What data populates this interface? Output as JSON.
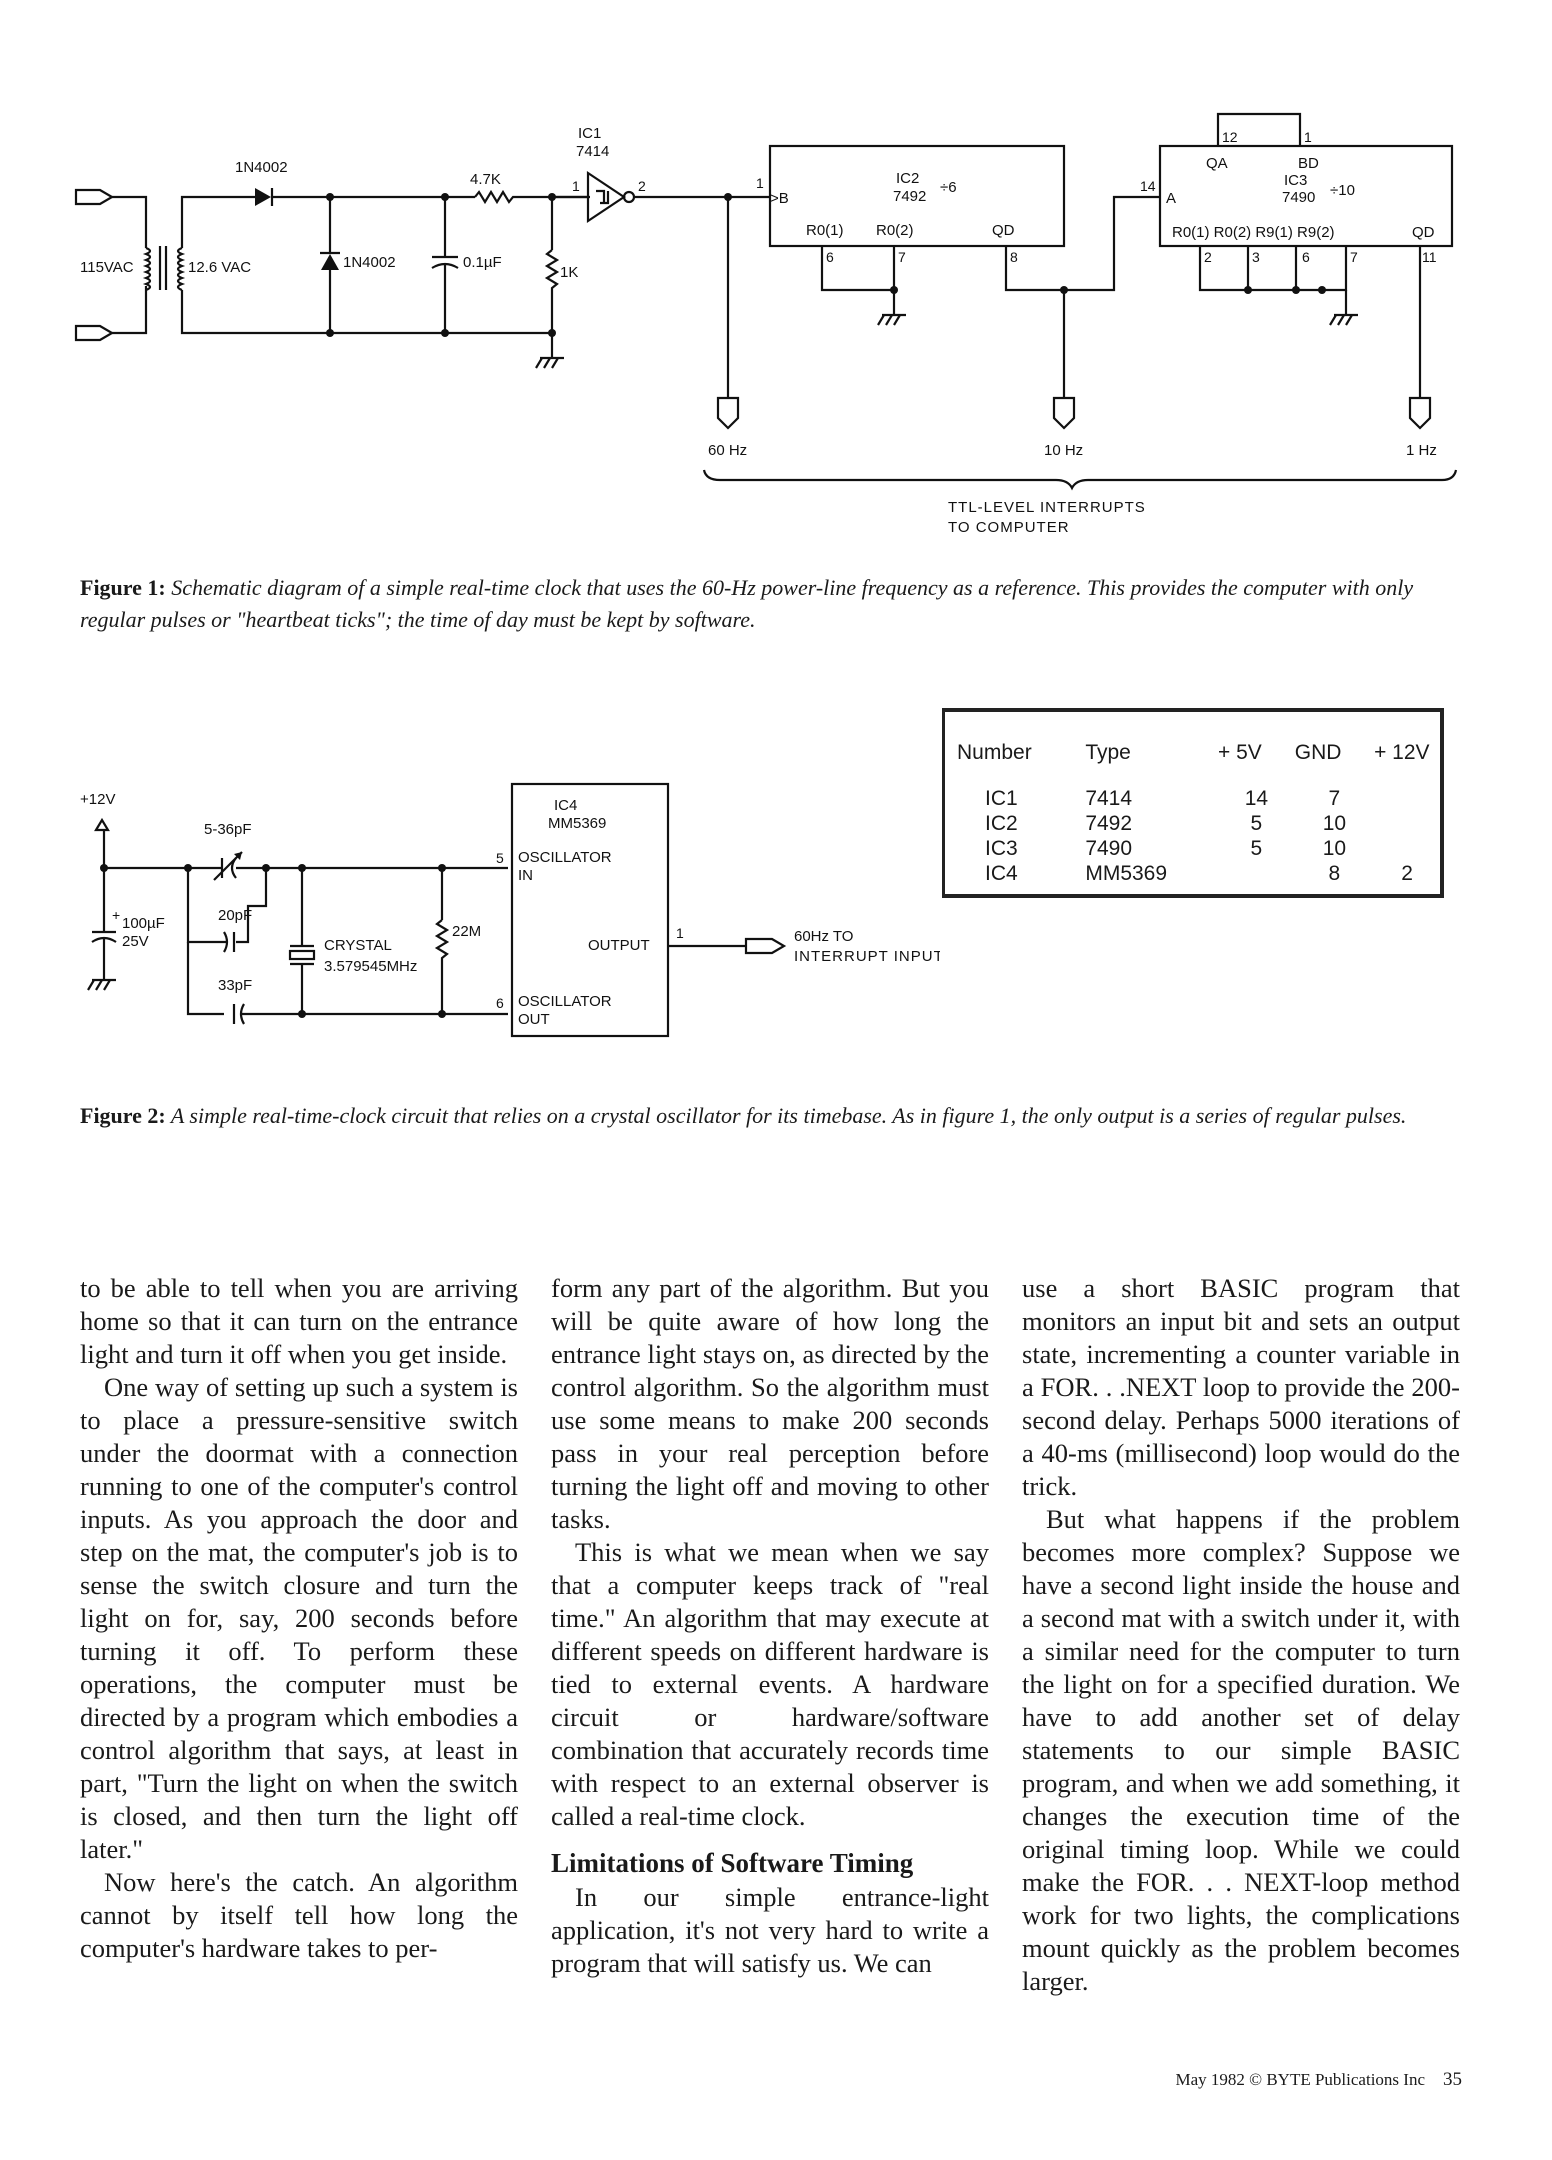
{
  "figure1": {
    "labels": {
      "source": "115VAC",
      "transformer": "12.6 VAC",
      "diode1": "1N4002",
      "diode2": "1N4002",
      "resistor1": "4.7K",
      "cap1": "0.1µF",
      "resistor2": "1K",
      "ic1_name": "IC1",
      "ic1_type": "7414",
      "ic1_pin_in": "1",
      "ic1_pin_out": "2",
      "ic2_name": "IC2",
      "ic2_type": "7492",
      "ic2_div": "÷6",
      "ic2_pin_b_num": "1",
      "ic2_pin_b": ">B",
      "ic2_r01": "R0(1)",
      "ic2_r02": "R0(2)",
      "ic2_qd": "QD",
      "ic2_p6": "6",
      "ic2_p7": "7",
      "ic2_p8": "8",
      "ic3_name": "IC3",
      "ic3_type": "7490",
      "ic3_div": "÷10",
      "ic3_pin_a_num": "14",
      "ic3_pin_a": "A",
      "ic3_qa": "QA",
      "ic3_bd": "BD",
      "ic3_top12": "12",
      "ic3_top1": "1",
      "ic3_resets": "R0(1) R0(2) R9(1) R9(2)",
      "ic3_qd": "QD",
      "ic3_p2": "2",
      "ic3_p3": "3",
      "ic3_p6": "6",
      "ic3_p7": "7",
      "ic3_p11": "11",
      "out1": "60 Hz",
      "out2": "10 Hz",
      "out3": "1 Hz",
      "interrupts_line1": "TTL-LEVEL INTERRUPTS",
      "interrupts_line2": "TO COMPUTER"
    },
    "caption_label": "Figure 1:",
    "caption_text": "Schematic diagram of a simple real-time clock that uses the 60-Hz power-line frequency as a reference. This provides the computer with only regular pulses or \"heartbeat ticks\"; the time of day must be kept by software."
  },
  "figure2": {
    "labels": {
      "supply": "+12V",
      "trim_cap": "5-36pF",
      "cap20": "20pF",
      "cap33": "33pF",
      "cap100": "100µF",
      "cap100_v": "25V",
      "crystal": "CRYSTAL",
      "crystal_freq": "3.579545MHz",
      "resistor": "22M",
      "ic4_name": "IC4",
      "ic4_type": "MM5369",
      "osc_in_pin": "5",
      "osc_in_1": "OSCILLATOR",
      "osc_in_2": "IN",
      "output": "OUTPUT",
      "output_pin": "1",
      "osc_out_pin": "6",
      "osc_out_1": "OSCILLATOR",
      "osc_out_2": "OUT",
      "interrupt_1": "60Hz TO",
      "interrupt_2": "INTERRUPT INPUT"
    },
    "caption_label": "Figure 2:",
    "caption_text": "A simple real-time-clock circuit that relies on a crystal oscillator for its timebase. As in figure 1, the only output is a series of regular pulses."
  },
  "parts_table": {
    "headers": [
      "Number",
      "Type",
      "+ 5V",
      "GND",
      "+ 12V"
    ],
    "rows": [
      [
        "IC1",
        "7414",
        "14",
        "7",
        ""
      ],
      [
        "IC2",
        "7492",
        "5",
        "10",
        ""
      ],
      [
        "IC3",
        "7490",
        "5",
        "10",
        ""
      ],
      [
        "IC4",
        "MM5369",
        "",
        "8",
        "2"
      ]
    ]
  },
  "body": {
    "col1_p1": "to be able to tell when you are arriving home so that it can turn on the entrance light and turn it off when you get inside.",
    "col1_p2": "One way of setting up such a system is to place a pressure-sensitive switch under the doormat with a connection running to one of the computer's control inputs. As you approach the door and step on the mat, the computer's job is to sense the switch closure and turn the light on for, say, 200 seconds before turning it off. To perform these operations, the computer must be directed by a program which embodies a control algorithm that says, at least in part, \"Turn the light on when the switch is closed, and then turn the light off later.\"",
    "col1_p3": "Now here's the catch. An algorithm cannot by itself tell how long the computer's hardware takes to per-",
    "col2_p1": "form any part of the algorithm. But you will be quite aware of how long the entrance light stays on, as directed by the control algorithm. So the algorithm must use some means to make 200 seconds pass in your real perception before turning the light off and moving to other tasks.",
    "col2_p2": "This is what we mean when we say that a computer keeps track of \"real time.\" An algorithm that may execute at different speeds on different hardware is tied to external events. A hardware circuit or hardware/software combination that accurately records time with respect to an external observer is called a real-time clock.",
    "col2_heading": "Limitations of Software Timing",
    "col2_p3": "In our simple entrance-light application, it's not very hard to write a program that will satisfy us. We can",
    "col3_p1": "use a short BASIC program that monitors an input bit and sets an output state, incrementing a counter variable in a FOR. . .NEXT loop to provide the 200-second delay. Perhaps 5000 iterations of a 40-ms (millisecond) loop would do the trick.",
    "col3_p2": "But what happens if the problem becomes more complex? Suppose we have a second light inside the house and a second mat with a switch under it, with a similar need for the computer to turn the light on for a specified duration. We have to add another set of delay statements to our simple BASIC program, and when we add something, it changes the execution time of the original timing loop. While we could make the FOR. . . NEXT-loop method work for two lights, the complications mount quickly as the problem becomes larger."
  },
  "footer": {
    "text": "May 1982 © BYTE Publications Inc",
    "page": "35"
  }
}
